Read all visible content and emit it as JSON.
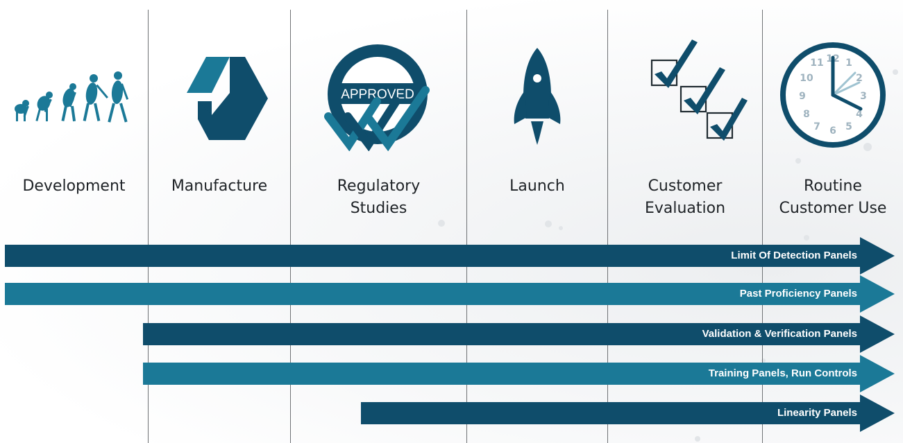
{
  "stages": [
    {
      "id": "development",
      "label": "Development",
      "icon": "evolution-icon"
    },
    {
      "id": "manufacture",
      "label": "Manufacture",
      "icon": "manufacture-hexagon-icon"
    },
    {
      "id": "regulatory",
      "label": "Regulatory\nStudies",
      "icon": "approved-stamp-icon",
      "stamp_text": "APPROVED"
    },
    {
      "id": "launch",
      "label": "Launch",
      "icon": "rocket-icon"
    },
    {
      "id": "evaluation",
      "label": "Customer\nEvaluation",
      "icon": "checkboxes-icon"
    },
    {
      "id": "routine",
      "label": "Routine\nCustomer Use",
      "icon": "clock-icon",
      "clock_numbers": [
        "12",
        "1",
        "2",
        "3",
        "4",
        "5",
        "6",
        "7",
        "8",
        "9",
        "10",
        "11"
      ]
    }
  ],
  "panels": [
    {
      "label": "Limit Of Detection Panels",
      "color": "#0f4d6b"
    },
    {
      "label": "Past Proficiency Panels",
      "color": "#1b7997"
    },
    {
      "label": "Validation & Verification Panels",
      "color": "#0f4d6b"
    },
    {
      "label": "Training Panels, Run Controls",
      "color": "#1b7997"
    },
    {
      "label": "Linearity Panels",
      "color": "#0f4d6b"
    }
  ],
  "colors": {
    "dark": "#0f4d6b",
    "medium": "#1b7997",
    "light": "#2e8fae"
  }
}
